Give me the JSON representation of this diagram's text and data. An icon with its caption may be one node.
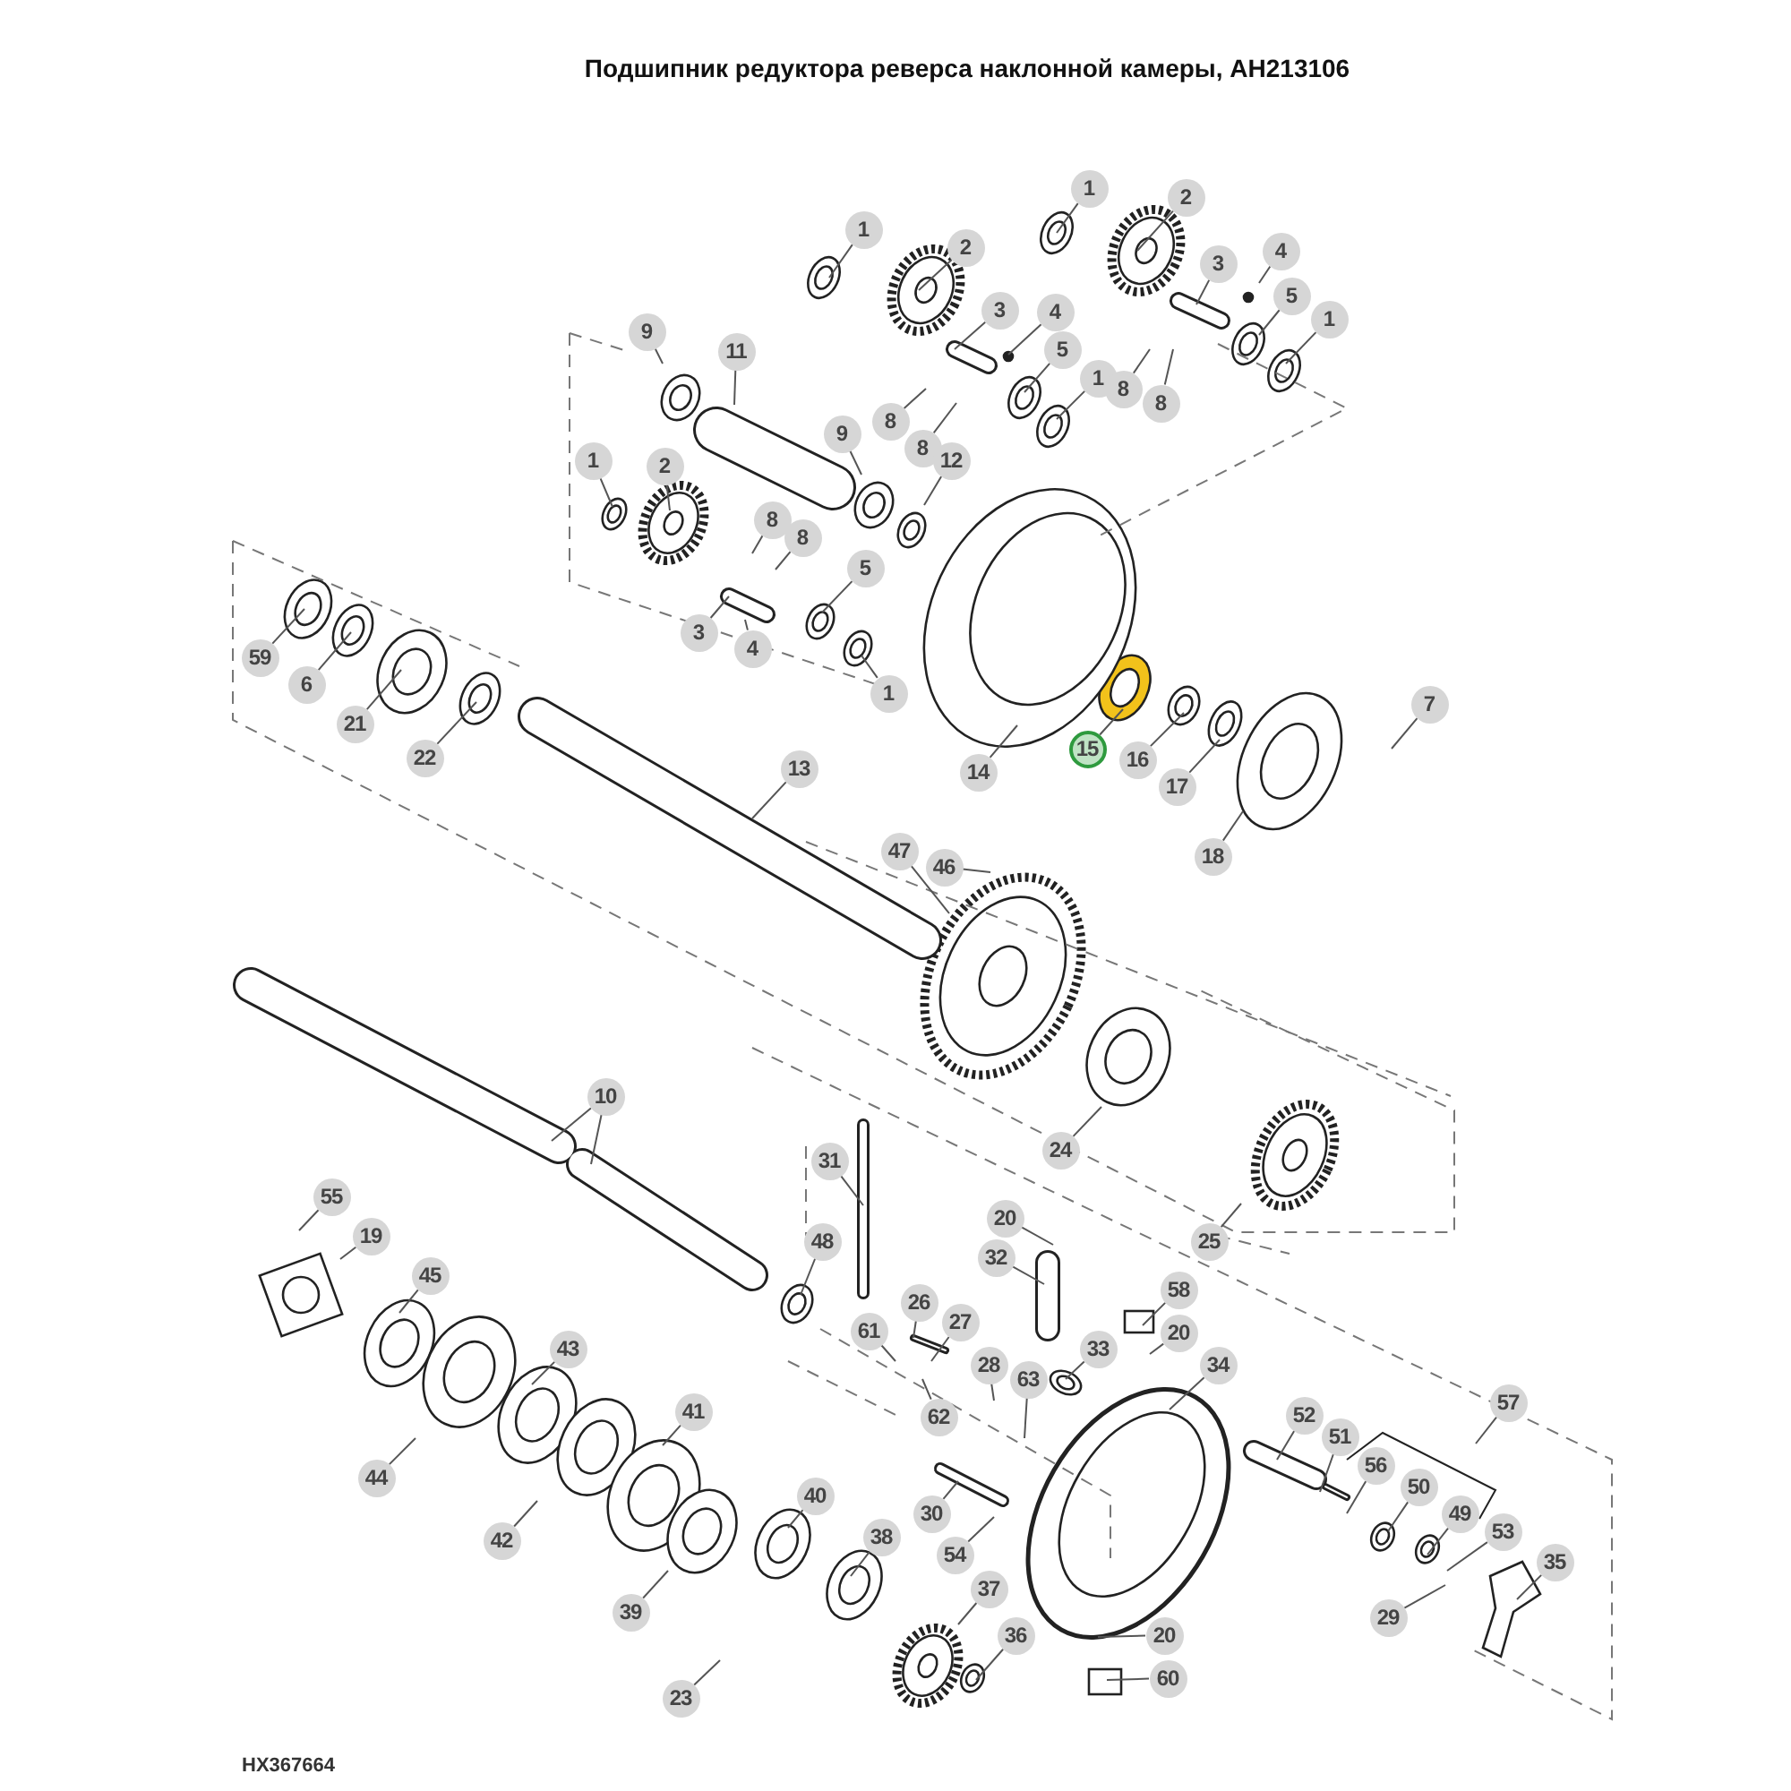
{
  "diagram": {
    "title": "Подшипник редуктора реверса наклонной камеры, AH213106",
    "nodes": [
      {
        "text": [
          "1"
        ]
      },
      {
        "text": [
          "2"
        ]
      },
      {
        "text": [
          "1"
        ]
      },
      {
        "text": [
          "2"
        ]
      },
      {
        "text": [
          "3"
        ]
      },
      {
        "text": [
          "4"
        ]
      },
      {
        "text": [
          "3"
        ]
      },
      {
        "text": [
          "4"
        ]
      },
      {
        "text": [
          "5"
        ]
      },
      {
        "text": [
          "1"
        ]
      },
      {
        "text": [
          "5"
        ]
      },
      {
        "text": [
          "1"
        ]
      },
      {
        "text": [
          "8"
        ]
      },
      {
        "text": [
          "8"
        ]
      },
      {
        "text": [
          "9"
        ]
      },
      {
        "text": [
          "11"
        ]
      },
      {
        "text": [
          "8"
        ]
      },
      {
        "text": [
          "9"
        ]
      },
      {
        "text": [
          "8"
        ]
      },
      {
        "text": [
          "12"
        ]
      },
      {
        "text": [
          "1"
        ]
      },
      {
        "text": [
          "2"
        ]
      },
      {
        "text": [
          "8"
        ]
      },
      {
        "text": [
          "8"
        ]
      },
      {
        "text": [
          "5"
        ]
      },
      {
        "text": [
          "3"
        ]
      },
      {
        "text": [
          "4"
        ]
      },
      {
        "text": [
          "1"
        ]
      },
      {
        "text": [
          "59"
        ]
      },
      {
        "text": [
          "6"
        ]
      },
      {
        "text": [
          "21"
        ]
      },
      {
        "text": [
          "22"
        ]
      },
      {
        "text": [
          "7"
        ]
      },
      {
        "text": [
          "13"
        ]
      },
      {
        "text": [
          "14"
        ]
      },
      {
        "text": [
          "15"
        ]
      },
      {
        "text": [
          "16"
        ]
      },
      {
        "text": [
          "17"
        ]
      },
      {
        "text": [
          "18"
        ]
      },
      {
        "text": [
          "47"
        ]
      },
      {
        "text": [
          "46"
        ]
      },
      {
        "text": [
          "10"
        ]
      },
      {
        "text": [
          "24"
        ]
      },
      {
        "text": [
          "31"
        ]
      },
      {
        "text": [
          "25"
        ]
      },
      {
        "text": [
          "55"
        ]
      },
      {
        "text": [
          "19"
        ]
      },
      {
        "text": [
          "20"
        ]
      },
      {
        "text": [
          "48"
        ]
      },
      {
        "text": [
          "32"
        ]
      },
      {
        "text": [
          "45"
        ]
      },
      {
        "text": [
          "58"
        ]
      },
      {
        "text": [
          "26"
        ]
      },
      {
        "text": [
          "27"
        ]
      },
      {
        "text": [
          "61"
        ]
      },
      {
        "text": [
          "20"
        ]
      },
      {
        "text": [
          "43"
        ]
      },
      {
        "text": [
          "28"
        ]
      },
      {
        "text": [
          "33"
        ]
      },
      {
        "text": [
          "34"
        ]
      },
      {
        "text": [
          "63"
        ]
      },
      {
        "text": [
          "57"
        ]
      },
      {
        "text": [
          "41"
        ]
      },
      {
        "text": [
          "52"
        ]
      },
      {
        "text": [
          "62"
        ]
      },
      {
        "text": [
          "51"
        ]
      },
      {
        "text": [
          "56"
        ]
      },
      {
        "text": [
          "44"
        ]
      },
      {
        "text": [
          "50"
        ]
      },
      {
        "text": [
          "40"
        ]
      },
      {
        "text": [
          "30"
        ]
      },
      {
        "text": [
          "49"
        ]
      },
      {
        "text": [
          "42"
        ]
      },
      {
        "text": [
          "53"
        ]
      },
      {
        "text": [
          "38"
        ]
      },
      {
        "text": [
          "54"
        ]
      },
      {
        "text": [
          "35"
        ]
      },
      {
        "text": [
          "37"
        ]
      },
      {
        "text": [
          "39"
        ]
      },
      {
        "text": [
          "29"
        ]
      },
      {
        "text": [
          "20"
        ]
      },
      {
        "text": [
          "36"
        ]
      },
      {
        "text": [
          "60"
        ]
      },
      {
        "text": [
          "23"
        ]
      }
    ],
    "edges": [
      {
        "from": 0,
        "to": null,
        "arrow": "none"
      },
      {
        "from": 1,
        "to": null,
        "arrow": "none"
      },
      {
        "from": 2,
        "to": null,
        "arrow": "none"
      },
      {
        "from": 3,
        "to": null,
        "arrow": "none"
      },
      {
        "from": 4,
        "to": null,
        "arrow": "none"
      },
      {
        "from": 5,
        "to": null,
        "arrow": "none"
      },
      {
        "from": 6,
        "to": null,
        "arrow": "none"
      },
      {
        "from": 7,
        "to": null,
        "arrow": "none"
      },
      {
        "from": 8,
        "to": null,
        "arrow": "none"
      },
      {
        "from": 9,
        "to": null,
        "arrow": "none"
      },
      {
        "from": 10,
        "to": null,
        "arrow": "none"
      },
      {
        "from": 11,
        "to": null,
        "arrow": "none"
      },
      {
        "from": 12,
        "to": null,
        "arrow": "none"
      },
      {
        "from": 13,
        "to": null,
        "arrow": "none"
      },
      {
        "from": 14,
        "to": null,
        "arrow": "none"
      },
      {
        "from": 15,
        "to": null,
        "arrow": "none"
      },
      {
        "from": 16,
        "to": null,
        "arrow": "none"
      },
      {
        "from": 17,
        "to": null,
        "arrow": "none"
      },
      {
        "from": 18,
        "to": null,
        "arrow": "none"
      },
      {
        "from": 19,
        "to": null,
        "arrow": "none"
      },
      {
        "from": 20,
        "to": null,
        "arrow": "none"
      },
      {
        "from": 21,
        "to": null,
        "arrow": "none"
      },
      {
        "from": 22,
        "to": null,
        "arrow": "none"
      },
      {
        "from": 23,
        "to": null,
        "arrow": "none"
      },
      {
        "from": 24,
        "to": null,
        "arrow": "none"
      },
      {
        "from": 25,
        "to": null,
        "arrow": "none"
      },
      {
        "from": 26,
        "to": null,
        "arrow": "none"
      },
      {
        "from": 27,
        "to": null,
        "arrow": "none"
      },
      {
        "from": 28,
        "to": null,
        "arrow": "none"
      },
      {
        "from": 29,
        "to": null,
        "arrow": "none"
      },
      {
        "from": 30,
        "to": null,
        "arrow": "none"
      },
      {
        "from": 31,
        "to": null,
        "arrow": "none"
      },
      {
        "from": 32,
        "to": null,
        "arrow": "none"
      },
      {
        "from": 33,
        "to": null,
        "arrow": "none"
      },
      {
        "from": 34,
        "to": null,
        "arrow": "none"
      },
      {
        "from": 35,
        "to": null,
        "arrow": "none"
      },
      {
        "from": 36,
        "to": null,
        "arrow": "none"
      },
      {
        "from": 37,
        "to": null,
        "arrow": "none"
      },
      {
        "from": 38,
        "to": null,
        "arrow": "none"
      },
      {
        "from": 39,
        "to": null,
        "arrow": "none"
      },
      {
        "from": 40,
        "to": null,
        "arrow": "none"
      },
      {
        "from": 41,
        "to": null,
        "arrow": "none"
      },
      {
        "from": 41,
        "to": null,
        "arrow": "none"
      },
      {
        "from": 42,
        "to": null,
        "arrow": "none"
      },
      {
        "from": 43,
        "to": null,
        "arrow": "none"
      },
      {
        "from": 44,
        "to": null,
        "arrow": "none"
      },
      {
        "from": 45,
        "to": null,
        "arrow": "none"
      },
      {
        "from": 46,
        "to": null,
        "arrow": "none"
      },
      {
        "from": 47,
        "to": null,
        "arrow": "none"
      },
      {
        "from": 48,
        "to": null,
        "arrow": "none"
      },
      {
        "from": 49,
        "to": null,
        "arrow": "none"
      },
      {
        "from": 50,
        "to": null,
        "arrow": "none"
      },
      {
        "from": 51,
        "to": null,
        "arrow": "none"
      },
      {
        "from": 52,
        "to": null,
        "arrow": "none"
      },
      {
        "from": 53,
        "to": null,
        "arrow": "none"
      },
      {
        "from": 54,
        "to": null,
        "arrow": "none"
      },
      {
        "from": 55,
        "to": null,
        "arrow": "none"
      },
      {
        "from": 56,
        "to": null,
        "arrow": "none"
      },
      {
        "from": 57,
        "to": null,
        "arrow": "none"
      },
      {
        "from": 58,
        "to": null,
        "arrow": "none"
      },
      {
        "from": 59,
        "to": null,
        "arrow": "none"
      },
      {
        "from": 60,
        "to": null,
        "arrow": "none"
      },
      {
        "from": 61,
        "to": null,
        "arrow": "none"
      },
      {
        "from": 62,
        "to": null,
        "arrow": "none"
      },
      {
        "from": 63,
        "to": null,
        "arrow": "none"
      },
      {
        "from": 64,
        "to": null,
        "arrow": "none"
      },
      {
        "from": 65,
        "to": null,
        "arrow": "none"
      },
      {
        "from": 66,
        "to": null,
        "arrow": "none"
      },
      {
        "from": 67,
        "to": null,
        "arrow": "none"
      },
      {
        "from": 68,
        "to": null,
        "arrow": "none"
      },
      {
        "from": 69,
        "to": null,
        "arrow": "none"
      },
      {
        "from": 70,
        "to": null,
        "arrow": "none"
      },
      {
        "from": 71,
        "to": null,
        "arrow": "none"
      },
      {
        "from": 72,
        "to": null,
        "arrow": "none"
      },
      {
        "from": 73,
        "to": null,
        "arrow": "none"
      },
      {
        "from": 74,
        "to": null,
        "arrow": "none"
      },
      {
        "from": 75,
        "to": null,
        "arrow": "none"
      },
      {
        "from": 76,
        "to": null,
        "arrow": "none"
      },
      {
        "from": 77,
        "to": null,
        "arrow": "none"
      },
      {
        "from": 78,
        "to": null,
        "arrow": "none"
      },
      {
        "from": 79,
        "to": null,
        "arrow": "none"
      },
      {
        "from": 80,
        "to": null,
        "arrow": "none"
      },
      {
        "from": 81,
        "to": null,
        "arrow": "none"
      },
      {
        "from": 82,
        "to": null,
        "arrow": "none"
      },
      {
        "from": 83,
        "to": null,
        "arrow": "none"
      }
    ],
    "labels": [
      "HX367664"
    ]
  }
}
